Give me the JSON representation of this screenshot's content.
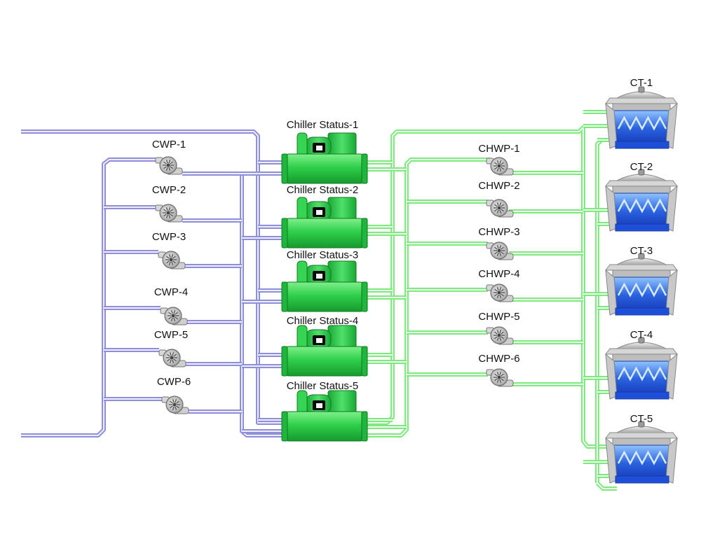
{
  "colors": {
    "condenser_water_pipe": "#8f8ed9",
    "chilled_water_pipe": "#7fe87f",
    "chiller_body": "#2fd04c",
    "tower_water": "#2b63e0"
  },
  "pumps_cwp": [
    {
      "label": "CWP-1"
    },
    {
      "label": "CWP-2"
    },
    {
      "label": "CWP-3"
    },
    {
      "label": "CWP-4"
    },
    {
      "label": "CWP-5"
    },
    {
      "label": "CWP-6"
    }
  ],
  "chillers": [
    {
      "label": "Chiller Status-1"
    },
    {
      "label": "Chiller Status-2"
    },
    {
      "label": "Chiller Status-3"
    },
    {
      "label": "Chiller Status-4"
    },
    {
      "label": "Chiller Status-5"
    }
  ],
  "pumps_chwp": [
    {
      "label": "CHWP-1"
    },
    {
      "label": "CHWP-2"
    },
    {
      "label": "CHWP-3"
    },
    {
      "label": "CHWP-4"
    },
    {
      "label": "CHWP-5"
    },
    {
      "label": "CHWP-6"
    }
  ],
  "cooling_towers": [
    {
      "label": "CT-1"
    },
    {
      "label": "CT-2"
    },
    {
      "label": "CT-3"
    },
    {
      "label": "CT-4"
    },
    {
      "label": "CT-5"
    }
  ]
}
